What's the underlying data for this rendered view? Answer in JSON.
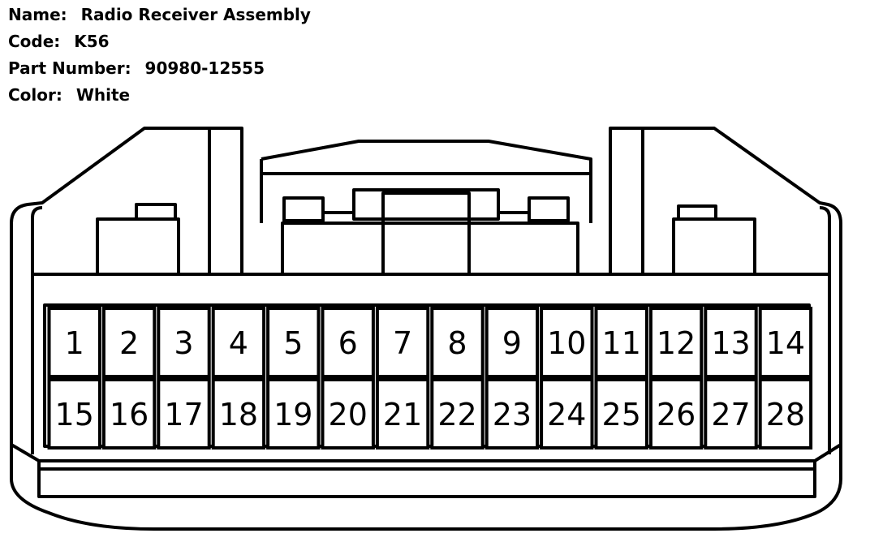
{
  "connector": {
    "name_label": "Name:",
    "name_value": "Radio Receiver Assembly",
    "code_label": "Code:",
    "code_value": "K56",
    "part_label": "Part Number:",
    "part_value": "90980-12555",
    "color_label": "Color:",
    "color_value": "White"
  },
  "pins": {
    "row1": [
      "1",
      "2",
      "3",
      "4",
      "5",
      "6",
      "7",
      "8",
      "9",
      "10",
      "11",
      "12",
      "13",
      "14"
    ],
    "row2": [
      "15",
      "16",
      "17",
      "18",
      "19",
      "20",
      "21",
      "22",
      "23",
      "24",
      "25",
      "26",
      "27",
      "28"
    ]
  },
  "colors": {
    "stroke": "#000000",
    "background": "#ffffff"
  }
}
